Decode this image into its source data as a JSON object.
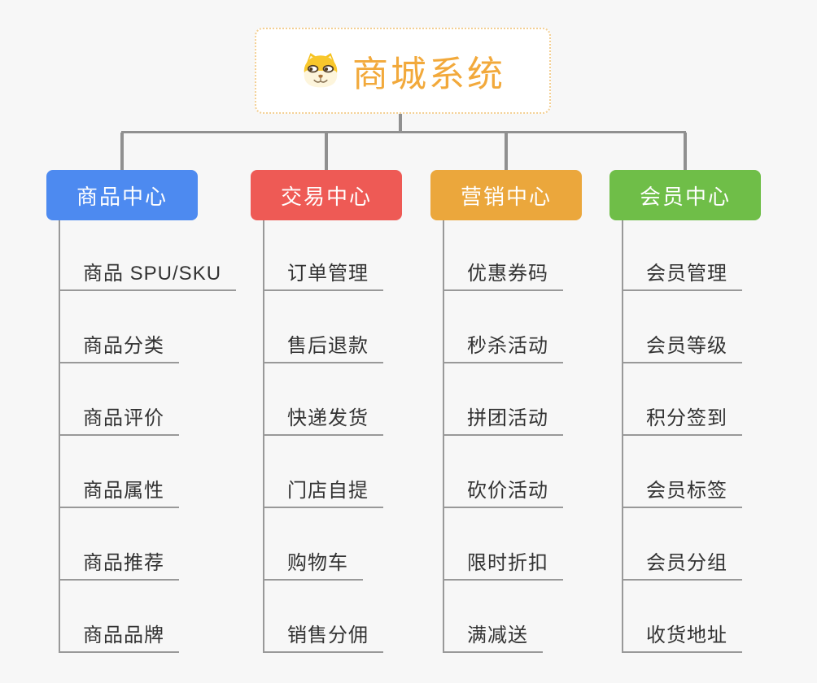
{
  "app": {
    "background_color": "#f7f7f7"
  },
  "root": {
    "title": "商城系统",
    "title_color": "#f2a93b",
    "border_color": "#f3cf93",
    "icon": "dog-face-icon"
  },
  "connector_color": "#909090",
  "underline_color": "#999999",
  "child_text_color": "#333333",
  "branches": [
    {
      "label": "商品中心",
      "color": "#4d8af0",
      "children": [
        "商品 SPU/SKU",
        "商品分类",
        "商品评价",
        "商品属性",
        "商品推荐",
        "商品品牌"
      ]
    },
    {
      "label": "交易中心",
      "color": "#ee5a55",
      "children": [
        "订单管理",
        "售后退款",
        "快递发货",
        "门店自提",
        "购物车",
        "销售分佣"
      ]
    },
    {
      "label": "营销中心",
      "color": "#eba73c",
      "children": [
        "优惠券码",
        "秒杀活动",
        "拼团活动",
        "砍价活动",
        "限时折扣",
        "满减送"
      ]
    },
    {
      "label": "会员中心",
      "color": "#6fbe48",
      "children": [
        "会员管理",
        "会员等级",
        "积分签到",
        "会员标签",
        "会员分组",
        "收货地址"
      ]
    }
  ]
}
